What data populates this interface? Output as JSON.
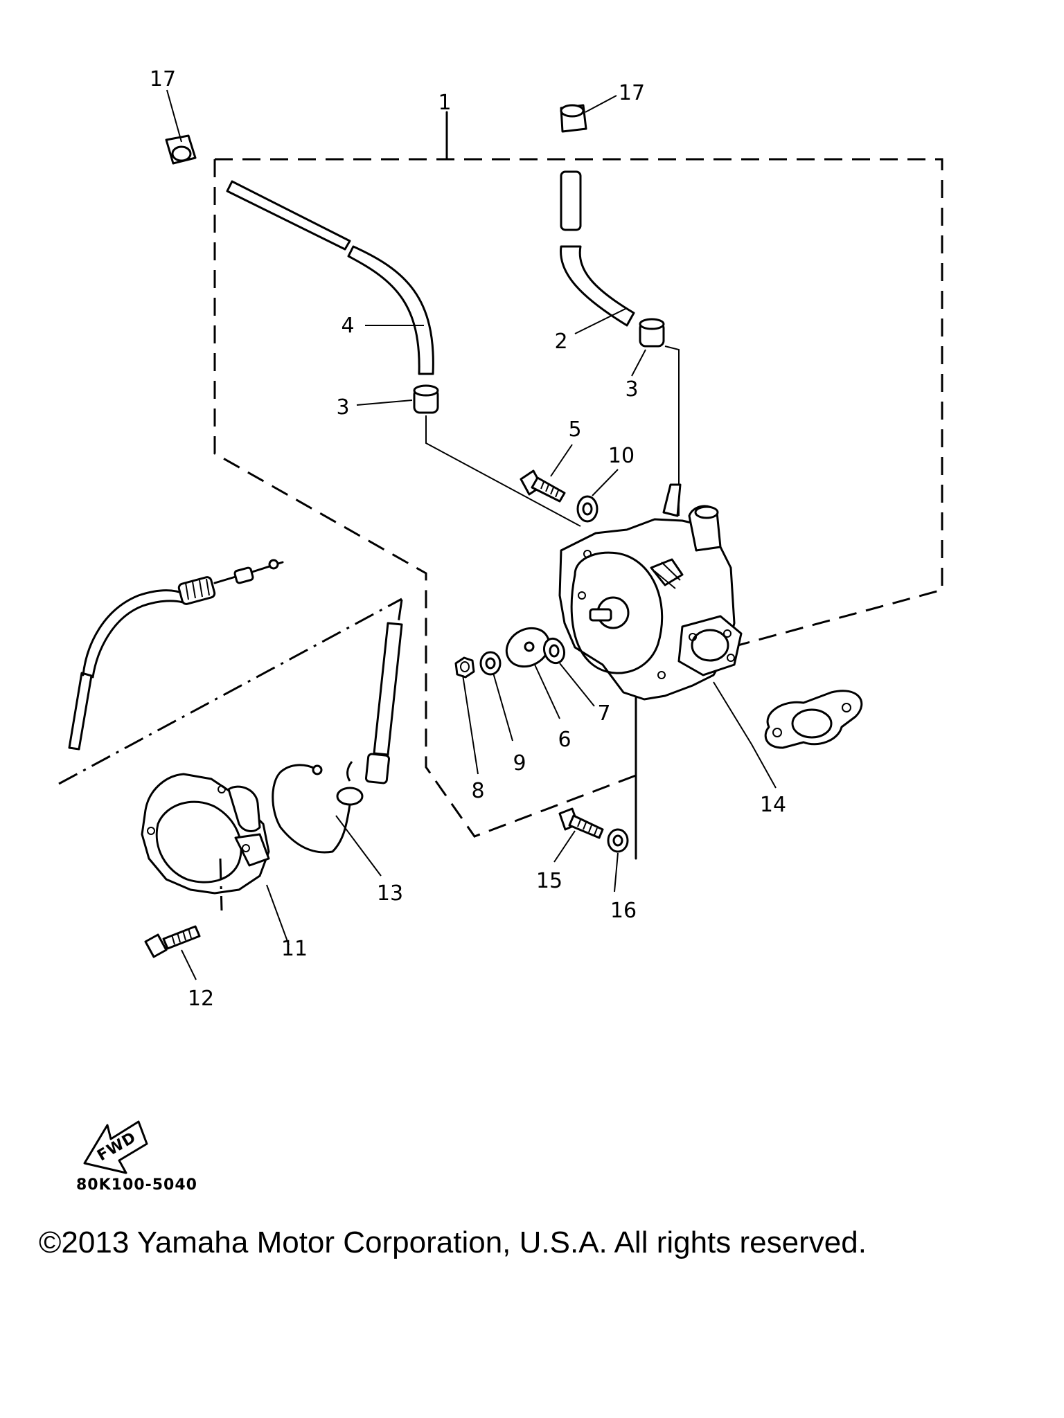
{
  "callouts": {
    "c1": "1",
    "c2": "2",
    "c3a": "3",
    "c3b": "3",
    "c4": "4",
    "c5": "5",
    "c6": "6",
    "c7": "7",
    "c8": "8",
    "c9": "9",
    "c10": "10",
    "c11": "11",
    "c12": "12",
    "c13": "13",
    "c14": "14",
    "c15": "15",
    "c16": "16",
    "c17a": "17",
    "c17b": "17"
  },
  "fwd_label": "FWD",
  "part_code": "80K100-5040",
  "copyright": "©2013 Yamaha Motor Corporation, U.S.A. All rights reserved."
}
